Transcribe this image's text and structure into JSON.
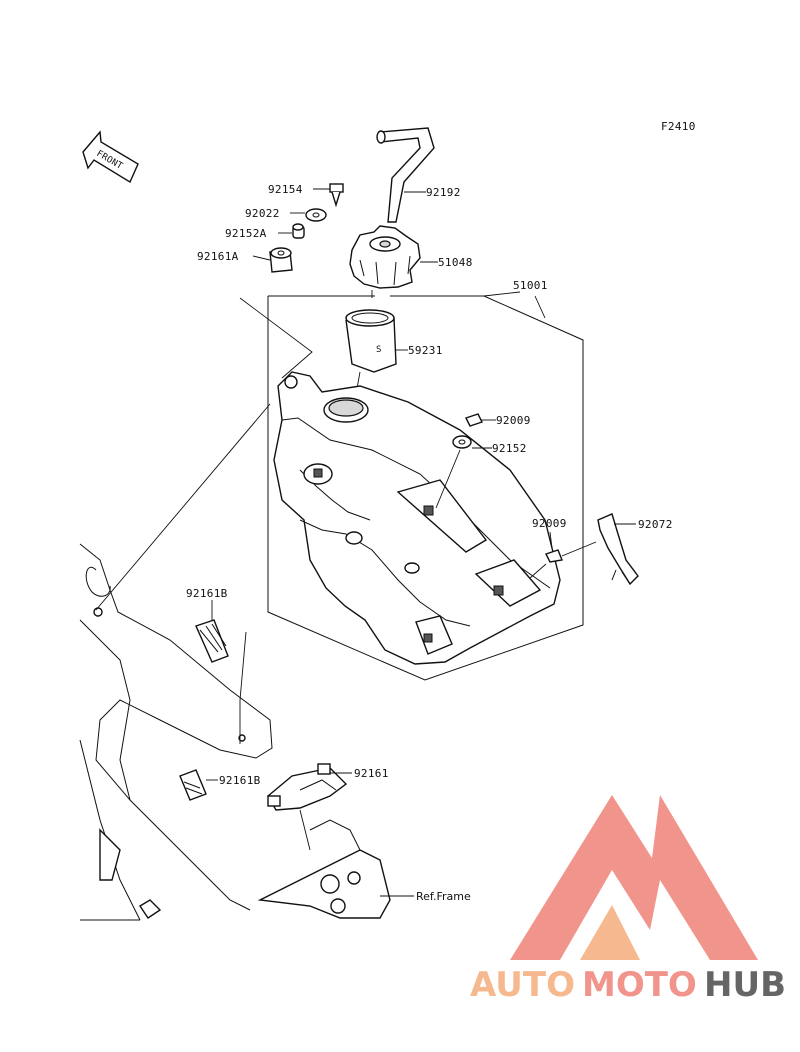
{
  "figure_code": "F2410",
  "front_label": "FRONT",
  "ref_frame_label": "Ref.Frame",
  "parts": {
    "p92154": "92154",
    "p92022": "92022",
    "p92152A": "92152A",
    "p92161A": "92161A",
    "p92192": "92192",
    "p51048": "51048",
    "p51001": "51001",
    "p59231": "59231",
    "p92009a": "92009",
    "p92152": "92152",
    "p92009b": "92009",
    "p92072": "92072",
    "p92161B_top": "92161B",
    "p92161B_low": "92161B",
    "p92161": "92161"
  },
  "watermark": {
    "part1": "AUTO",
    "part2": "MOTO",
    "part3": "HUB",
    "color1": "#f5b183",
    "color2": "#f08a80",
    "color3": "#555555"
  }
}
